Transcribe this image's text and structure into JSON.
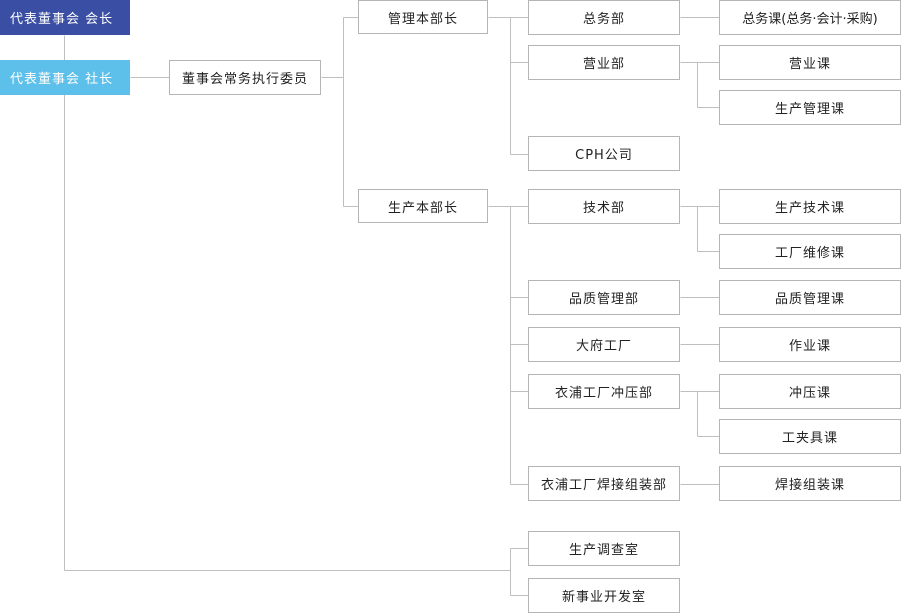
{
  "colors": {
    "chairman_bg": "#3a4fa3",
    "president_bg": "#5cc0ea",
    "line": "#bfbfbf",
    "box_border": "#b5b5b5"
  },
  "nodes": {
    "chairman": "代表董事会 会长",
    "president": "代表董事会 社长",
    "exec_committee": "董事会常务执行委员",
    "admin_head": "管理本部长",
    "production_head": "生产本部长",
    "general_affairs_dept": "总务部",
    "sales_dept": "营业部",
    "cph_company": "CPH公司",
    "technology_dept": "技术部",
    "quality_dept": "品质管理部",
    "ofu_factory": "大府工厂",
    "nobo_press_dept": "衣浦工厂冲压部",
    "nobo_weld_dept": "衣浦工厂焊接组装部",
    "production_research_office": "生产调查室",
    "new_business_office": "新事业开发室",
    "general_affairs_section": "总务课(总务·会计·采购)",
    "sales_section": "营业课",
    "production_mgmt_section": "生产管理课",
    "production_tech_section": "生产技术课",
    "factory_maintenance_section": "工厂维修课",
    "quality_section": "品质管理课",
    "work_section": "作业课",
    "press_section": "冲压课",
    "jig_section": "工夹具课",
    "weld_section": "焊接组装课"
  }
}
